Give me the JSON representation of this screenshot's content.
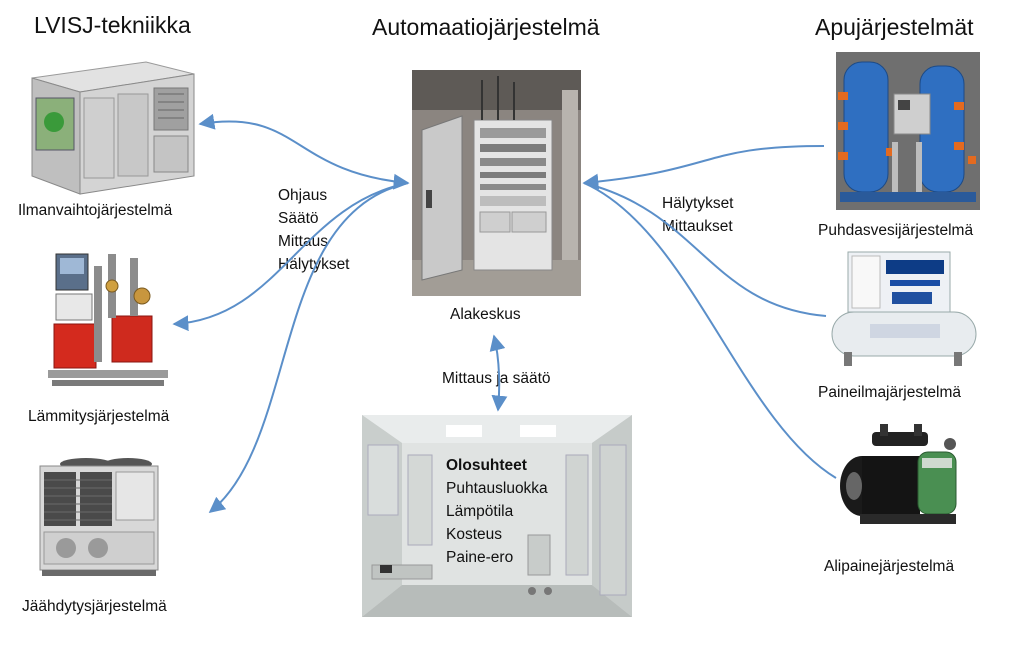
{
  "headers": {
    "left": "LVISJ-tekniikka",
    "center": "Automaatiojärjestelmä",
    "right": "Apujärjestelmät"
  },
  "left_systems": [
    {
      "label": "Ilmanvaihtojärjestelmä",
      "icon": "air-handling-unit"
    },
    {
      "label": "Lämmitysjärjestelmä",
      "icon": "heating-station"
    },
    {
      "label": "Jäähdytysjärjestelmä",
      "icon": "chiller-unit"
    }
  ],
  "right_systems": [
    {
      "label": "Puhdasvesijärjestelmä",
      "icon": "water-treatment-tanks"
    },
    {
      "label": "Paineilmajärjestelmä",
      "icon": "air-compressor"
    },
    {
      "label": "Alipainejärjestelmä",
      "icon": "vacuum-pump"
    }
  ],
  "center": {
    "label": "Alakeskus",
    "icon": "control-cabinet"
  },
  "left_link_items": [
    "Ohjaus",
    "Säätö",
    "Mittaus",
    "Hälytykset"
  ],
  "right_link_items": [
    "Hälytykset",
    "Mittaukset"
  ],
  "bottom_link_label": "Mittaus ja säätö",
  "cleanroom": {
    "icon": "cleanroom",
    "title": "Olosuhteet",
    "items": [
      "Puhtausluokka",
      "Lämpötila",
      "Kosteus",
      "Paine-ero"
    ]
  },
  "colors": {
    "arrow": "#5b8fc9",
    "text": "#111111"
  }
}
